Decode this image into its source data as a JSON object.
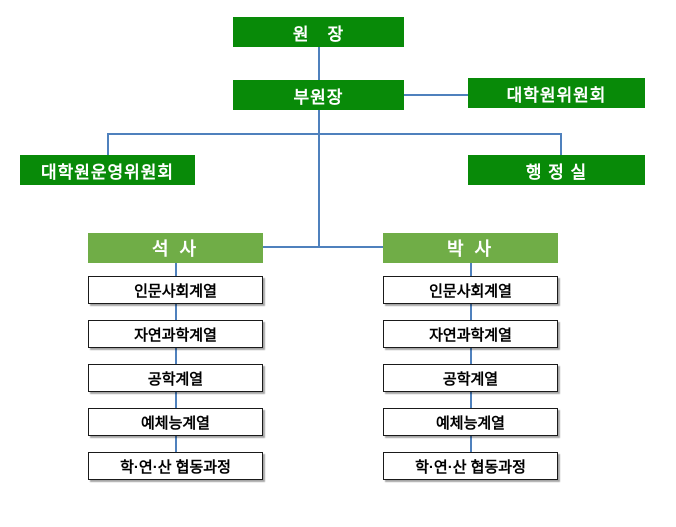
{
  "colors": {
    "dark_green": "#088A08",
    "light_green": "#70AD47",
    "connector_blue": "#4F81BD",
    "box_border": "#1a1a1a",
    "box_text_light": "#ffffff",
    "box_text_dark": "#000000",
    "page_bg": "#ffffff"
  },
  "org_chart": {
    "director": "원　장",
    "vice_director": "부원장",
    "graduate_committee": "대학원위원회",
    "operating_committee": "대학원운영위원회",
    "admin_office": "행 정 실",
    "masters": "석 사",
    "doctoral": "박 사",
    "tracks": [
      "인문사회계열",
      "자연과학계열",
      "공학계열",
      "예체능계열",
      "학·연·산 협동과정"
    ]
  }
}
